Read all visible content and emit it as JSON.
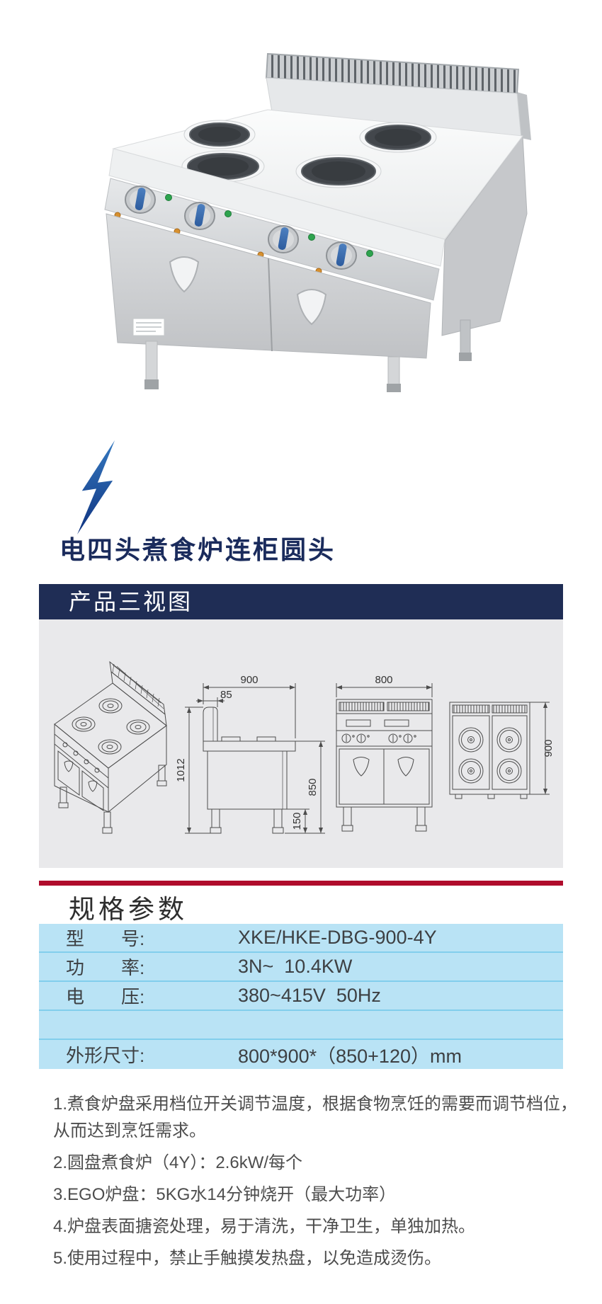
{
  "product": {
    "title": "电四头煮食炉连柜圆头"
  },
  "sections": {
    "views_header": "产品三视图",
    "specs_header": "规格参数"
  },
  "drawings": {
    "side": {
      "depth": "900",
      "splash_depth": "85",
      "total_height": "1012",
      "body_height": "850",
      "leg_height": "150"
    },
    "front": {
      "width": "800"
    },
    "top": {
      "depth": "900"
    }
  },
  "spec_table": {
    "rows": [
      {
        "label": "型　　号:",
        "value": "XKE/HKE-DBG-900-4Y"
      },
      {
        "label": "功　　率:",
        "value": "3N~  10.4KW"
      },
      {
        "label": "电　　压:",
        "value": "380~415V  50Hz"
      },
      {
        "label": "",
        "value": ""
      },
      {
        "label": "外形尺寸:",
        "value": "800*900*（850+120）mm"
      }
    ]
  },
  "notes": [
    "1.煮食炉盘采用档位开关调节温度，根据食物烹饪的需要而调节档位，从而达到烹饪需求。",
    "2.圆盘煮食炉（4Y）：2.6kW/每个",
    "3.EGO炉盘：5KG水14分钟烧开（最大功率）",
    "4.炉盘表面搪瓷处理，易于清洗，干净卫生，单独加热。",
    "5.使用过程中，禁止手触摸发热盘，以免造成烫伤。"
  ],
  "colors": {
    "navy_bar": "#1f2d55",
    "title_navy": "#1a2b5c",
    "red_divider": "#b00c2c",
    "table_blue": "#b9e3f5",
    "table_divider": "#82ceec",
    "panel_gray": "#e9e9eb",
    "bolt_blue_top": "#3579c0",
    "bolt_blue_bottom": "#0f3380"
  }
}
